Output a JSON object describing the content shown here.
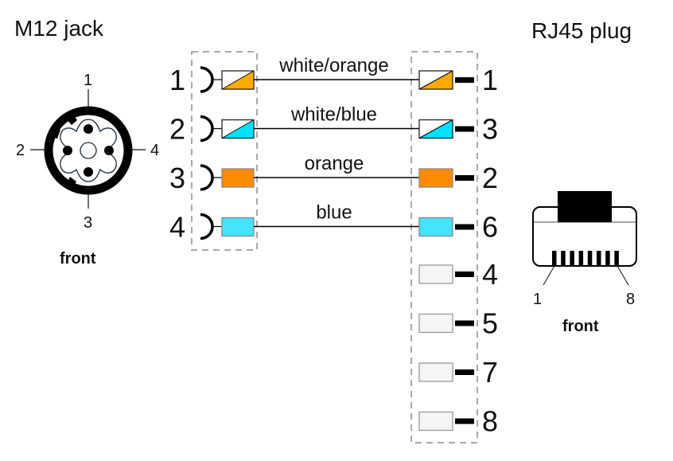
{
  "titles": {
    "left": "M12 jack",
    "right": "RJ45 plug"
  },
  "m12": {
    "label": "front",
    "pin_labels": [
      "1",
      "2",
      "3",
      "4"
    ]
  },
  "rj45": {
    "label": "front",
    "pin_first": "1",
    "pin_last": "8",
    "contact_count": 8
  },
  "colors": {
    "orange": "#FF8C00",
    "light_orange": "#FFAA00",
    "blue": "#44E3FF",
    "cyan": "#00E0FF",
    "unused": "#F5F5F5",
    "dash": "#8c8c8c"
  },
  "connections": [
    {
      "m12_pin": "1",
      "wire": "white/orange",
      "rj45_pin": "1",
      "style": "split",
      "color_key": "light_orange"
    },
    {
      "m12_pin": "2",
      "wire": "white/blue",
      "rj45_pin": "3",
      "style": "split",
      "color_key": "cyan"
    },
    {
      "m12_pin": "3",
      "wire": "orange",
      "rj45_pin": "2",
      "style": "solid",
      "color_key": "orange"
    },
    {
      "m12_pin": "4",
      "wire": "blue",
      "rj45_pin": "6",
      "style": "solid",
      "color_key": "blue"
    }
  ],
  "unused_rj45_pins": [
    "4",
    "5",
    "7",
    "8"
  ]
}
